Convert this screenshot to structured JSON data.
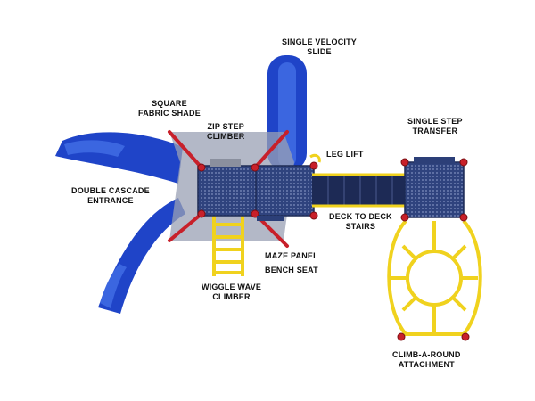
{
  "labels": {
    "single_velocity_slide": [
      "SINGLE VELOCITY",
      "SLIDE"
    ],
    "square_fabric_shade": [
      "SQUARE",
      "FABRIC SHADE"
    ],
    "zip_step_climber": [
      "ZIP STEP",
      "CLIMBER"
    ],
    "single_step_transfer": [
      "SINGLE STEP",
      "TRANSFER"
    ],
    "leg_lift": [
      "LEG LIFT"
    ],
    "double_cascade_entrance": [
      "DOUBLE CASCADE",
      "ENTRANCE"
    ],
    "deck_to_deck_stairs": [
      "DECK TO DECK",
      "STAIRS"
    ],
    "maze_panel": [
      "MAZE PANEL"
    ],
    "bench_seat": [
      "BENCH SEAT"
    ],
    "wiggle_wave_climber": [
      "WIGGLE WAVE",
      "CLIMBER"
    ],
    "climb_a_round_attachment": [
      "CLIMB-A-ROUND",
      "ATTACHMENT"
    ]
  },
  "colors": {
    "slide_blue": "#1f44c8",
    "deck_navy": "#2c3f78",
    "shade_gray": "#9aa0b4",
    "post_red": "#c8202a",
    "frame_yellow": "#f0d21e"
  }
}
